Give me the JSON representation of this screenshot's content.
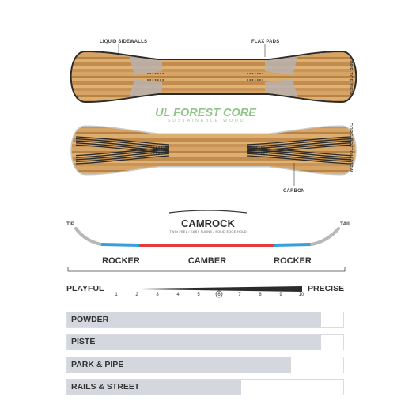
{
  "callouts": {
    "liquid_sidewalls": "LIQUID SIDEWALLS",
    "flax_pads": "FLAX PADS",
    "carbon": "CARBON",
    "core_top_view": "CORE TOP VIEW",
    "core_bottom_view": "CORE BOTTOM VIEW"
  },
  "brand": {
    "title": "UL FOREST CORE",
    "subtitle": "SUSTAINABLE WOOD"
  },
  "profile": {
    "title": "CAMROCK",
    "subtitle": "TWIN FEEL / EASY TURNS / SOLID EDGE-HOLD",
    "tip": "TIP",
    "tail": "TAIL",
    "zones": [
      "ROCKER",
      "CAMBER",
      "ROCKER"
    ],
    "colors": {
      "rocker": "#3a9fd8",
      "camber": "#e43b3b",
      "edge": "#b8b8b8"
    }
  },
  "flex_scale": {
    "left_label": "PLAYFUL",
    "right_label": "PRECISE",
    "ticks": [
      1,
      2,
      3,
      4,
      5,
      6,
      7,
      8,
      9,
      10
    ],
    "value": 6
  },
  "terrain": [
    {
      "label": "POWDER",
      "level": 0.92
    },
    {
      "label": "PISTE",
      "level": 0.92
    },
    {
      "label": "PARK & PIPE",
      "level": 0.81
    },
    {
      "label": "RAILS & STREET",
      "level": 0.63
    }
  ],
  "colors": {
    "wood_light": "#d9a868",
    "wood_dark": "#a8743f",
    "pad": "#b9b2ae",
    "sidewall": "#2b2b2b",
    "brand_green": "#8fc587",
    "terrain_fill": "#d4d8de"
  },
  "icons": [
    "insert-dots-icon"
  ]
}
